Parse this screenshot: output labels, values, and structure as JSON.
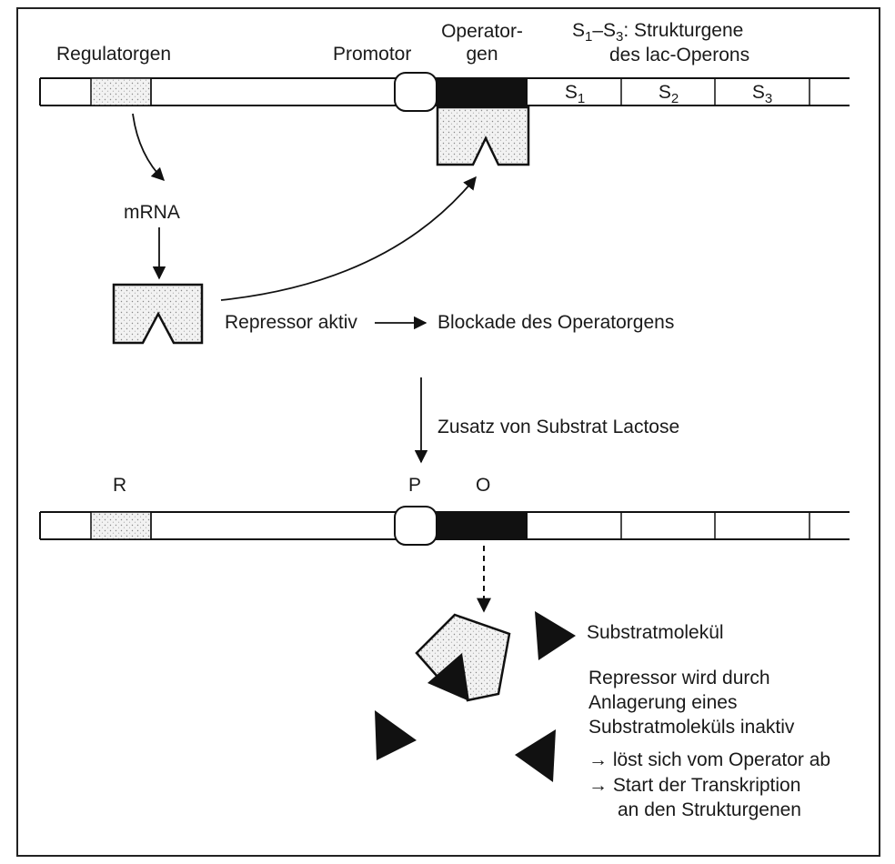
{
  "top": {
    "regulator": "Regulatorgen",
    "promotor": "Promotor",
    "operator_line1": "Operator-",
    "operator_line2": "gen",
    "struct_line1_prefix": "S",
    "struct_line1_sub1": "1",
    "struct_line1_mid": "–S",
    "struct_line1_sub3": "3",
    "struct_line1_suffix": ": Strukturgene",
    "struct_line2": "des lac-Operons",
    "gene_letter": "S",
    "gene_subs": [
      "1",
      "2",
      "3"
    ]
  },
  "middle": {
    "mrna": "mRNA",
    "repressor_active": "Repressor aktiv",
    "blockade": "Blockade des Operatorgens",
    "addition": "Zusatz von Substrat Lactose"
  },
  "bottom": {
    "r": "R",
    "p": "P",
    "o": "O",
    "substrate": "Substratmolekül",
    "desc_line1": "Repressor wird durch",
    "desc_line2": "Anlagerung eines",
    "desc_line3": "Substratmoleküls inaktiv",
    "result1": "→  löst sich vom Operator ab",
    "result2": "→  Start der Transkription",
    "result3": "an den Strukturgenen"
  }
}
